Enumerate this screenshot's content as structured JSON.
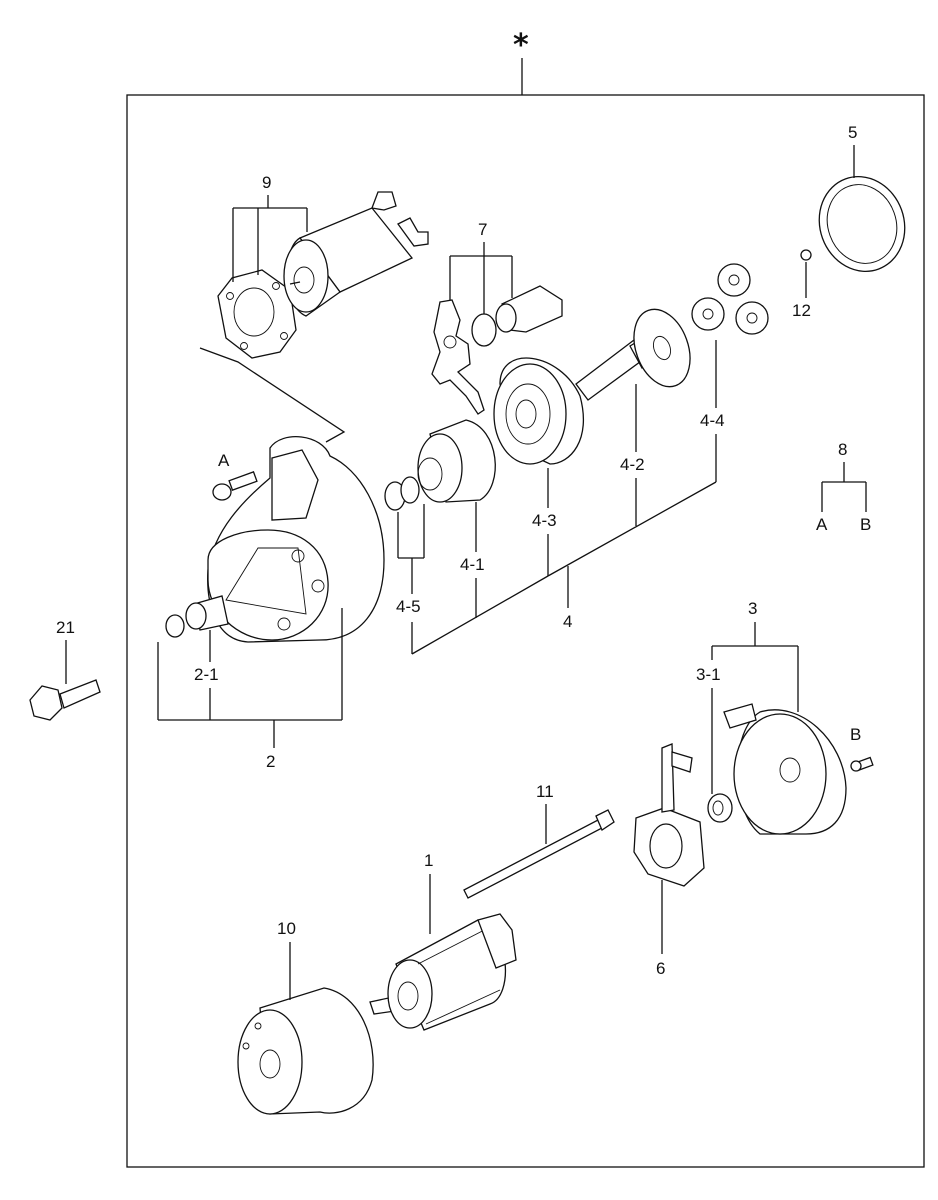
{
  "assembly_marker": "*",
  "callouts": {
    "p1": "1",
    "p2": "2",
    "p2_1": "2-1",
    "p3": "3",
    "p3_1": "3-1",
    "p4": "4",
    "p4_1": "4-1",
    "p4_2": "4-2",
    "p4_3": "4-3",
    "p4_4": "4-4",
    "p4_5": "4-5",
    "p5": "5",
    "p6": "6",
    "p7": "7",
    "p8": "8",
    "p8_a": "A",
    "p8_b": "B",
    "p9": "9",
    "p10": "10",
    "p11": "11",
    "p12": "12",
    "p21": "21",
    "screw_a": "A",
    "screw_b": "B"
  }
}
